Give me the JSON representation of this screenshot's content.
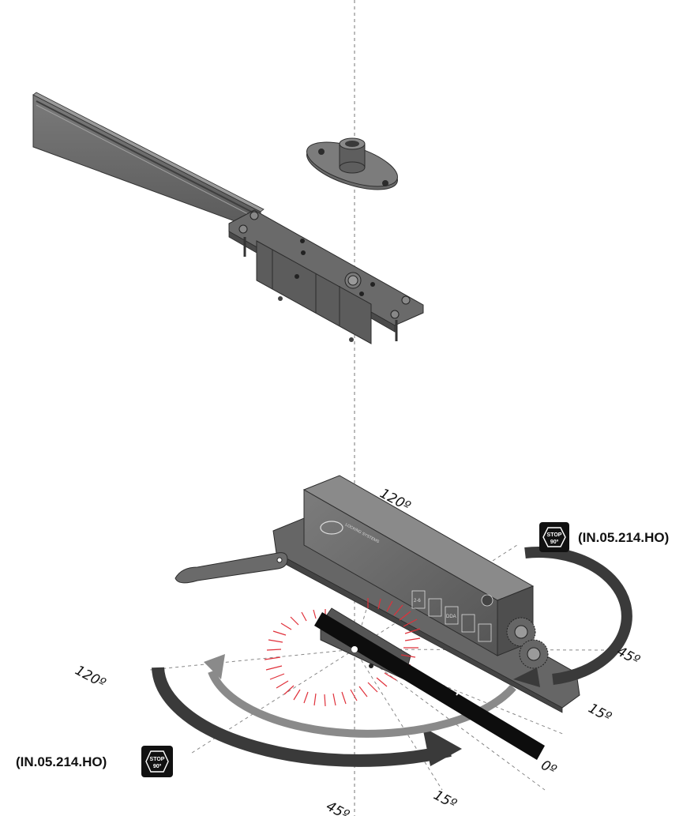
{
  "labels": {
    "angle_120_upper": "120º",
    "angle_120_left": "120º",
    "angle_45_right": "45º",
    "angle_15_right": "15º",
    "angle_0": "0º",
    "angle_15_bottom": "15º",
    "angle_45_bottom": "45º"
  },
  "references": {
    "upper": "(IN.05.214.HO)",
    "lower": "(IN.05.214.HO)"
  },
  "stop_badge": {
    "line1": "STOP",
    "line2": "90º"
  },
  "closer": {
    "brand": "LOCKING SYSTEMS",
    "panel_size": "2-6",
    "panel_dda": "DDA"
  },
  "colors": {
    "metal": "#6e6e6e",
    "metal_dark": "#4a4a4a",
    "metal_light": "#8c8c8c",
    "arrow_dark": "#3a3a3a",
    "arrow_light": "#8a8a8a",
    "red_ticks": "#e0303a",
    "badge": "#111111"
  }
}
